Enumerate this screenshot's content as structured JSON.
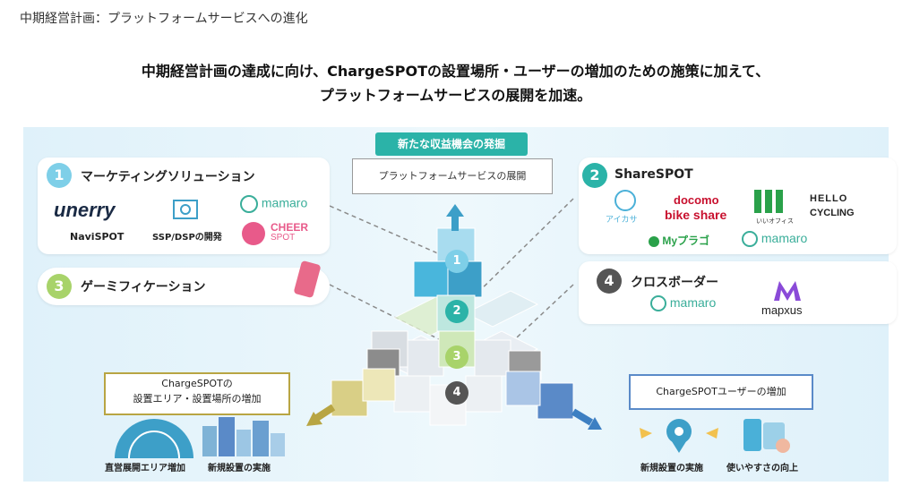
{
  "page_title": "中期経営計画：プラットフォームサービスへの進化",
  "headline": {
    "line1": "中期経営計画の達成に向け、ChargeSPOTの設置場所・ユーザーの増加のための施策に加えて、",
    "line2": "プラットフォームサービスの展開を加速。"
  },
  "center": {
    "tag": "新たな収益機会の発掘",
    "box": "プラットフォームサービスの展開",
    "cube_numbers": [
      "1",
      "2",
      "3",
      "4"
    ]
  },
  "card1": {
    "number": "1",
    "title": "マーケティングソリューション",
    "unerry_logo": "unerry",
    "navispot": "NaviSPOT",
    "ssp_label": "SSP/DSPの開発",
    "mamaro_logo": "mamaro",
    "cheer_line1": "CHEER",
    "cheer_line2": "SPOT"
  },
  "card2": {
    "number": "2",
    "title": "ShareSPOT",
    "aikasa": "アイカサ",
    "docomo_line1": "docomo",
    "docomo_line2": "bike share",
    "iioffice": "いいオフィス",
    "hello_line1": "HELLO",
    "hello_line2": "CYCLING",
    "myplago": "Myプラゴ",
    "mamaro_logo": "mamaro"
  },
  "card3": {
    "number": "3",
    "title": "ゲーミフィケーション"
  },
  "card4": {
    "number": "4",
    "title": "クロスボーダー",
    "mamaro_logo": "mamaro",
    "mapxus": "mapxus"
  },
  "bottom_left": {
    "box_line1": "ChargeSPOTの",
    "box_line2": "設置エリア・設置場所の増加",
    "label1": "直営展開エリア増加",
    "label2": "新規設置の実施"
  },
  "bottom_right": {
    "box": "ChargeSPOTユーザーの増加",
    "label1": "新規設置の実施",
    "label2": "使いやすさの向上"
  },
  "colors": {
    "teal": "#2bb3a8",
    "num1": "#7ecfe8",
    "num2": "#2bb3a8",
    "num3": "#a8d36a",
    "num4": "#555555",
    "gold": "#b8a543",
    "blue": "#5a8ac8"
  }
}
